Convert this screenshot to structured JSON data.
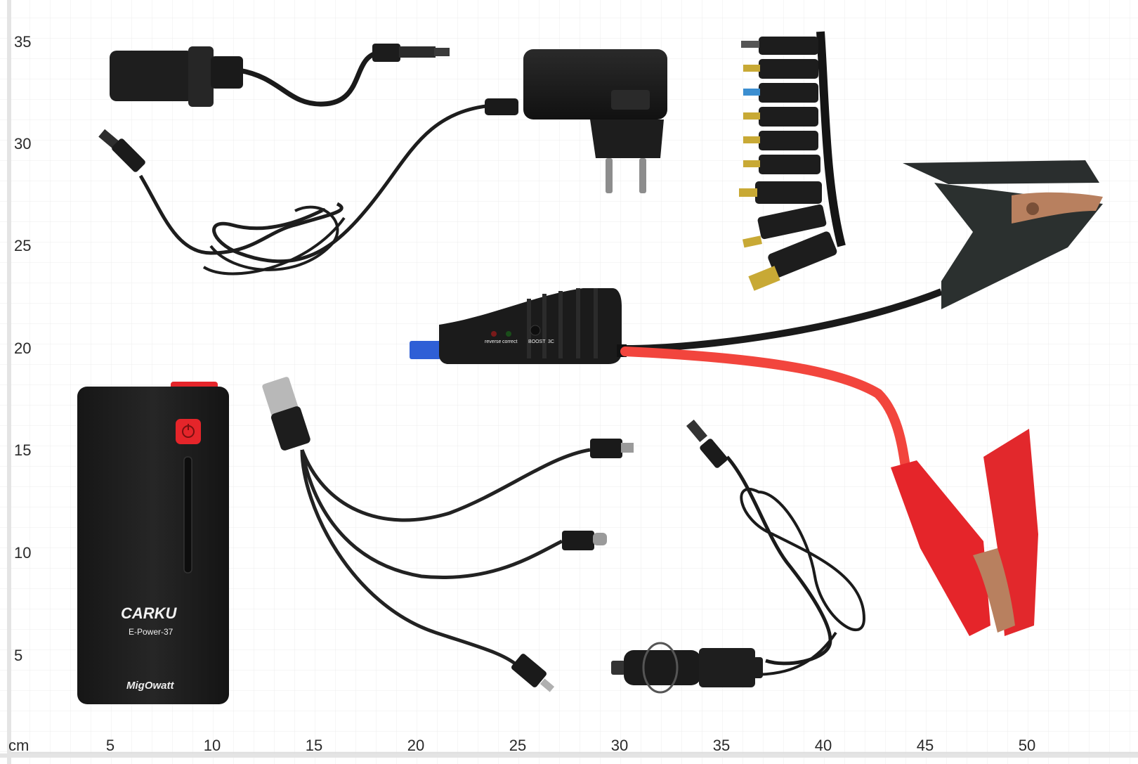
{
  "ruler": {
    "unit": "cm",
    "x_ticks": [
      "5",
      "10",
      "15",
      "20",
      "25",
      "30",
      "35",
      "40",
      "45",
      "50"
    ],
    "y_ticks": [
      "35",
      "30",
      "25",
      "20",
      "15",
      "10",
      "5"
    ]
  },
  "power_bank": {
    "brand": "CARKU",
    "model": "E-Power-37",
    "seller": "MigOwatt"
  },
  "jump_starter_box": {
    "indicators": [
      "reverse",
      "correct"
    ],
    "button": "BOOST",
    "timer": "3C"
  },
  "colors": {
    "grid_minor": "#ececec",
    "grid_major": "#d8d8d8",
    "device_black": "#1c1c1c",
    "accent_red": "#e5252a",
    "cable_red": "#f2453d",
    "connector_blue": "#2f5fd6",
    "copper": "#b8805f"
  }
}
